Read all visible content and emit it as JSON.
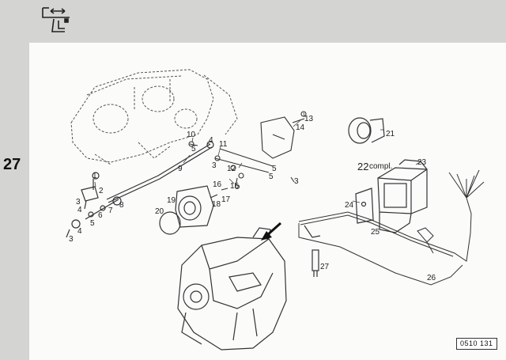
{
  "section": {
    "number": "27"
  },
  "header": {
    "icon": "transmission-layout-icon"
  },
  "footer": {
    "reference_code": "0510 131"
  },
  "callouts": {
    "c1": "1",
    "c2": "2",
    "c3a": "3",
    "c3b": "3",
    "c3c": "3",
    "c4a": "4",
    "c4b": "4",
    "c5a": "5",
    "c5b": "5",
    "c5c": "5",
    "c5d": "5",
    "c6": "6",
    "c7": "7",
    "c8": "8",
    "c9": "9",
    "c10": "10",
    "c11": "11",
    "c12": "12",
    "c13": "13",
    "c14": "14",
    "c15": "15",
    "c16": "16",
    "c17": "17",
    "c18": "18",
    "c19": "19",
    "c20": "20",
    "c21": "21",
    "c22": "22",
    "c22sub": "compl.",
    "c23": "23",
    "c24": "24",
    "c25": "25",
    "c26": "26",
    "c27": "27"
  }
}
